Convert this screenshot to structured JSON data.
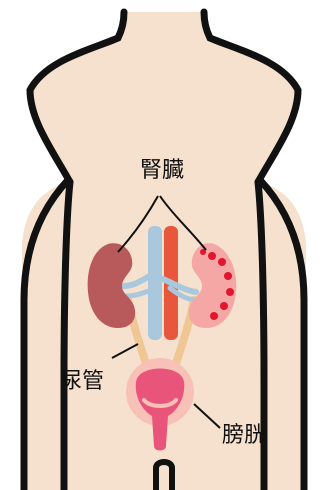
{
  "labels": {
    "kidney": "腎臓",
    "ureter": "尿管",
    "bladder": "膀胱"
  },
  "colors": {
    "background": "#ffffff",
    "skin": "#f5e1cd",
    "outline": "#111111",
    "kidney_left": "#b85a5b",
    "kidney_right": "#f4a7a4",
    "kidney_right_spots": "#e0152e",
    "vein": "#a9c8de",
    "artery": "#e8573c",
    "ureter": "#f0c695",
    "bladder_outer": "#f8c1b8",
    "bladder_inner": "#e9557a"
  },
  "icons": {
    "kidney_left": "kidney-icon",
    "kidney_right": "kidney-cross-section-icon",
    "bladder": "bladder-icon"
  }
}
